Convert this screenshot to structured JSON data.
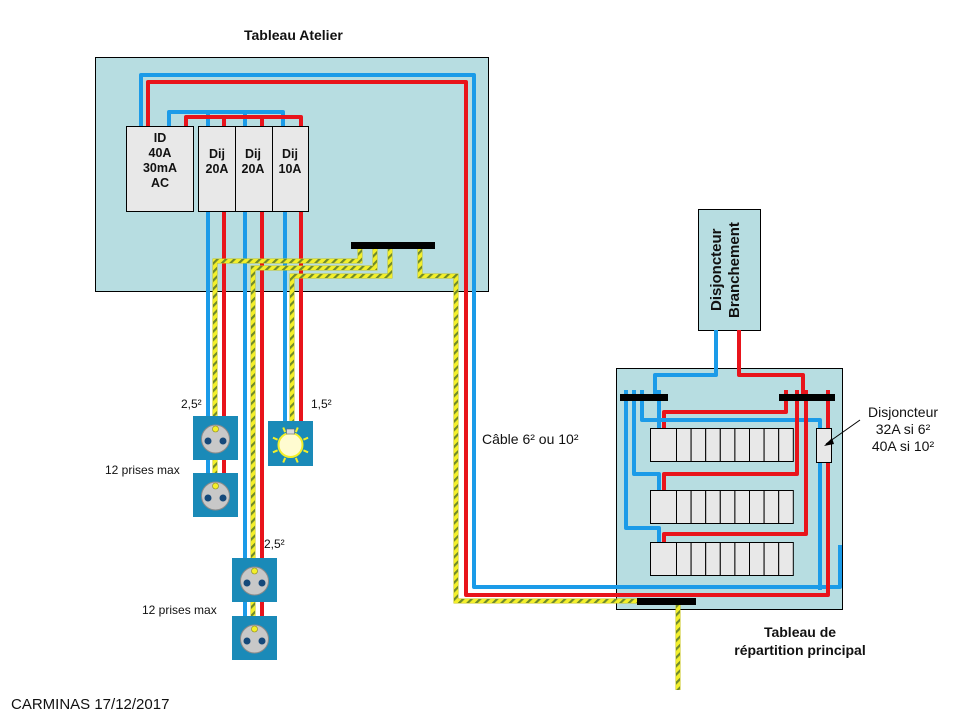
{
  "colors": {
    "panel_bg": "#b7dde1",
    "neutral_wire": "#1b9be8",
    "phase_wire": "#e8141b",
    "earth_wire": "#f3ef2a",
    "earth_stripe": "#6f8a2a",
    "breaker_bg": "#e8e8e8",
    "bus_bar": "#000000",
    "device_plate": "#1a8ab8",
    "socket_face": "#c8c8c8"
  },
  "sub_panel": {
    "title": "Tableau Atelier",
    "breakers": [
      {
        "id": "rcd",
        "lines": [
          "ID",
          "40A",
          "30mA",
          "AC"
        ]
      },
      {
        "id": "mcb-1",
        "lines": [
          "Dij",
          "20A"
        ]
      },
      {
        "id": "mcb-2",
        "lines": [
          "Dij",
          "20A"
        ]
      },
      {
        "id": "mcb-3",
        "lines": [
          "Dij",
          "10A"
        ]
      }
    ]
  },
  "circuits": {
    "sockets_1": {
      "section": "2,5²",
      "note": "12 prises max"
    },
    "lighting": {
      "section": "1,5²"
    },
    "sockets_2": {
      "section": "2,5²",
      "note": "12 prises max"
    }
  },
  "feeder_cable": {
    "label": "Câble 6² ou 10²"
  },
  "main_breaker": {
    "line1": "Disjoncteur",
    "line2": "Branchement"
  },
  "main_panel": {
    "title_line1": "Tableau de",
    "title_line2": "répartition principal",
    "rows": 3,
    "modules_per_row": 9
  },
  "feeder_breaker_note": {
    "lines": [
      "Disjoncteur",
      "32A si 6²",
      "40A si 10²"
    ]
  },
  "footer": {
    "author_date": "CARMINAS 17/12/2017"
  }
}
